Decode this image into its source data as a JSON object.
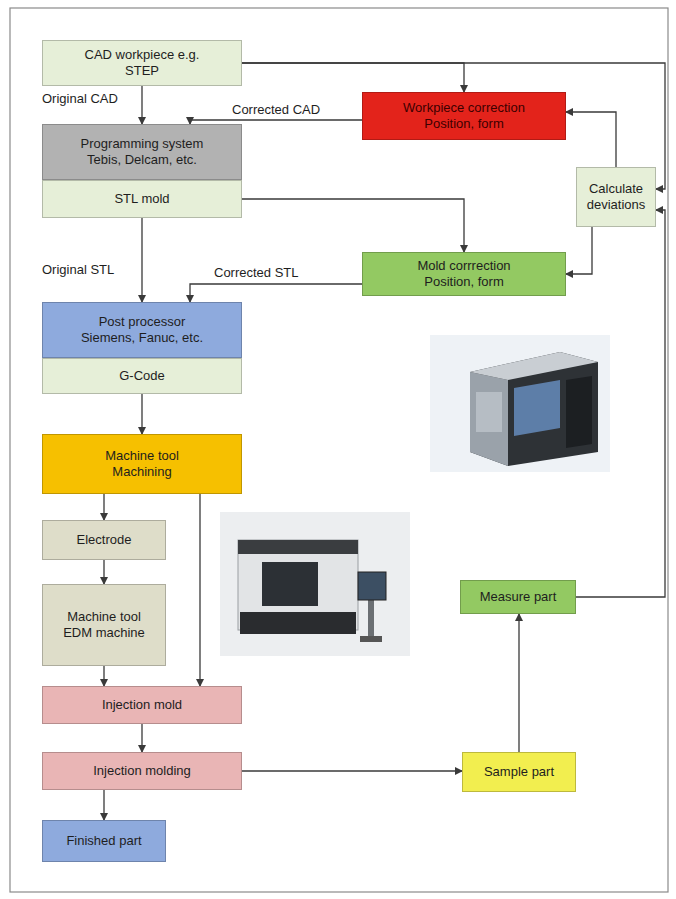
{
  "diagram": {
    "nodes": [
      {
        "text": [
          "CAD workpiece e.g. STEP"
        ]
      },
      {
        "text": [
          "Workpiece correction Position, form"
        ]
      },
      {
        "text": [
          "Programming system Tebis, Delcam, etc."
        ]
      },
      {
        "text": [
          "STL mold"
        ]
      },
      {
        "text": [
          "Calculate deviations"
        ]
      },
      {
        "text": [
          "Mold corrrection Position, form"
        ]
      },
      {
        "text": [
          "Post processor Siemens, Fanuc, etc."
        ]
      },
      {
        "text": [
          "G-Code"
        ]
      },
      {
        "text": [
          "Machine tool Machining"
        ]
      },
      {
        "text": [
          "Measure part"
        ]
      },
      {
        "text": [
          "Electrode"
        ]
      },
      {
        "text": [
          "Machine tool EDM machine"
        ]
      },
      {
        "text": [
          "Injection mold"
        ]
      },
      {
        "text": [
          "Injection molding"
        ]
      },
      {
        "text": [
          "Sample part"
        ]
      },
      {
        "text": [
          "Finished part"
        ]
      }
    ],
    "edges": [
      {
        "from": 0,
        "to": 2,
        "arrow": "to"
      },
      {
        "from": 0,
        "to": 1,
        "arrow": "to"
      },
      {
        "from": 0,
        "to": 4,
        "arrow": "to"
      },
      {
        "from": 1,
        "to": 2,
        "arrow": "to"
      },
      {
        "from": 4,
        "to": 1,
        "arrow": "to"
      },
      {
        "from": 4,
        "to": 5,
        "arrow": "to"
      },
      {
        "from": 3,
        "to": 5,
        "arrow": "to"
      },
      {
        "from": 3,
        "to": 6,
        "arrow": "to"
      },
      {
        "from": 5,
        "to": 6,
        "arrow": "to"
      },
      {
        "from": 7,
        "to": 8,
        "arrow": "to"
      },
      {
        "from": 8,
        "to": 10,
        "arrow": "to"
      },
      {
        "from": 10,
        "to": 11,
        "arrow": "to"
      },
      {
        "from": 11,
        "to": 12,
        "arrow": "to"
      },
      {
        "from": 8,
        "to": 12,
        "arrow": "to"
      },
      {
        "from": 12,
        "to": 13,
        "arrow": "to"
      },
      {
        "from": 13,
        "to": 15,
        "arrow": "to"
      },
      {
        "from": 13,
        "to": 14,
        "arrow": "to"
      },
      {
        "from": 14,
        "to": 9,
        "arrow": "to"
      },
      {
        "from": 9,
        "to": 4,
        "arrow": "to"
      }
    ],
    "labels": [
      "Original CAD",
      "Corrected CAD",
      "Original STL",
      "Corrected STL"
    ]
  }
}
